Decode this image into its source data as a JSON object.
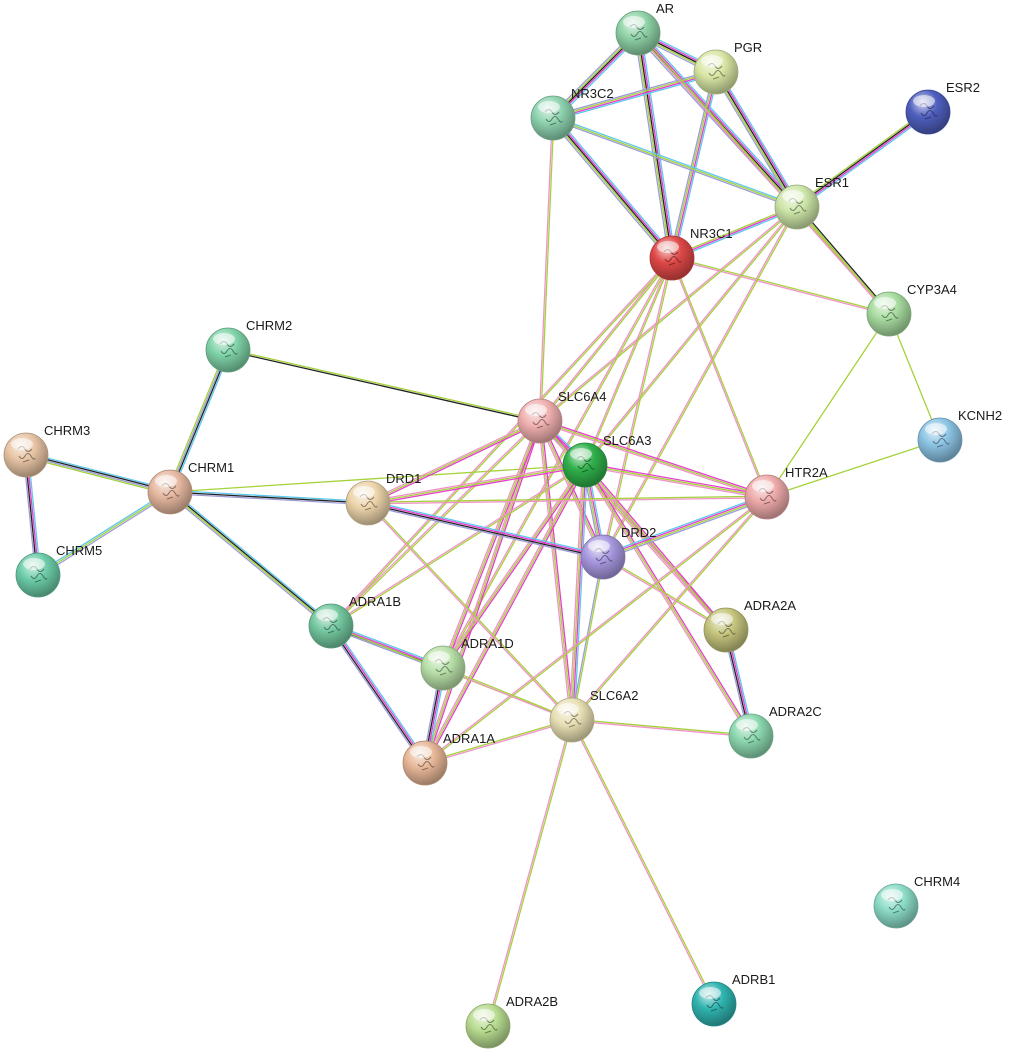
{
  "network": {
    "evidence_colors": [
      "#5ec8ec",
      "#e63ccf",
      "#222222",
      "#a5d23a",
      "#f093c8",
      "#9c9cd8",
      "#c9a2e8"
    ],
    "nodes": [
      {
        "id": "AR",
        "label": "AR",
        "color": "#8fd3a8"
      },
      {
        "id": "PGR",
        "label": "PGR",
        "color": "#d8e6a4"
      },
      {
        "id": "NR3C2",
        "label": "NR3C2",
        "color": "#8ed3b0"
      },
      {
        "id": "ESR2",
        "label": "ESR2",
        "color": "#4f5fbf"
      },
      {
        "id": "ESR1",
        "label": "ESR1",
        "color": "#cde5a8"
      },
      {
        "id": "NR3C1",
        "label": "NR3C1",
        "color": "#e04848"
      },
      {
        "id": "CYP3A4",
        "label": "CYP3A4",
        "color": "#a8dca0"
      },
      {
        "id": "CHRM2",
        "label": "CHRM2",
        "color": "#7fd3a8"
      },
      {
        "id": "SLC6A4",
        "label": "SLC6A4",
        "color": "#f0b0b0"
      },
      {
        "id": "KCNH2",
        "label": "KCNH2",
        "color": "#8cc4e4"
      },
      {
        "id": "CHRM3",
        "label": "CHRM3",
        "color": "#e8c4a4"
      },
      {
        "id": "SLC6A3",
        "label": "SLC6A3",
        "color": "#2fb04a"
      },
      {
        "id": "CHRM1",
        "label": "CHRM1",
        "color": "#e6b8a0"
      },
      {
        "id": "HTR2A",
        "label": "HTR2A",
        "color": "#eeaaaa"
      },
      {
        "id": "DRD1",
        "label": "DRD1",
        "color": "#ecd4aa"
      },
      {
        "id": "DRD2",
        "label": "DRD2",
        "color": "#a898e0"
      },
      {
        "id": "CHRM5",
        "label": "CHRM5",
        "color": "#6ccca8"
      },
      {
        "id": "ADRA1B",
        "label": "ADRA1B",
        "color": "#74c8a0"
      },
      {
        "id": "ADRA2A",
        "label": "ADRA2A",
        "color": "#c4c47c"
      },
      {
        "id": "ADRA1D",
        "label": "ADRA1D",
        "color": "#b8e0a8"
      },
      {
        "id": "SLC6A2",
        "label": "SLC6A2",
        "color": "#e8e0b4"
      },
      {
        "id": "ADRA2C",
        "label": "ADRA2C",
        "color": "#8cd8b0"
      },
      {
        "id": "ADRA1A",
        "label": "ADRA1A",
        "color": "#e8b898"
      },
      {
        "id": "CHRM4",
        "label": "CHRM4",
        "color": "#8cdcc8"
      },
      {
        "id": "ADRB1",
        "label": "ADRB1",
        "color": "#30b4b0"
      },
      {
        "id": "ADRA2B",
        "label": "ADRA2B",
        "color": "#b8dc90"
      }
    ],
    "edges": [
      {
        "source": "AR",
        "target": "PGR",
        "evidence": [
          0,
          1,
          2,
          3,
          5
        ]
      },
      {
        "source": "AR",
        "target": "NR3C2",
        "evidence": [
          0,
          1,
          2,
          3,
          5
        ]
      },
      {
        "source": "AR",
        "target": "NR3C1",
        "evidence": [
          0,
          1,
          2,
          3,
          5
        ]
      },
      {
        "source": "AR",
        "target": "ESR1",
        "evidence": [
          0,
          1,
          2,
          3,
          5
        ]
      },
      {
        "source": "PGR",
        "target": "NR3C2",
        "evidence": [
          0,
          1,
          3,
          5
        ]
      },
      {
        "source": "PGR",
        "target": "NR3C1",
        "evidence": [
          0,
          1,
          3,
          5
        ]
      },
      {
        "source": "PGR",
        "target": "ESR1",
        "evidence": [
          0,
          1,
          2,
          3,
          5
        ]
      },
      {
        "source": "NR3C2",
        "target": "NR3C1",
        "evidence": [
          0,
          1,
          2,
          3,
          5
        ]
      },
      {
        "source": "NR3C2",
        "target": "ESR1",
        "evidence": [
          0,
          3,
          5
        ]
      },
      {
        "source": "NR3C2",
        "target": "SLC6A4",
        "evidence": [
          3,
          4
        ]
      },
      {
        "source": "ESR2",
        "target": "ESR1",
        "evidence": [
          0,
          1,
          2,
          3
        ]
      },
      {
        "source": "ESR1",
        "target": "NR3C1",
        "evidence": [
          0,
          1,
          3
        ]
      },
      {
        "source": "ESR1",
        "target": "CYP3A4",
        "evidence": [
          2,
          3,
          4
        ]
      },
      {
        "source": "AR",
        "target": "CYP3A4",
        "evidence": [
          3,
          4
        ]
      },
      {
        "source": "NR3C1",
        "target": "CYP3A4",
        "evidence": [
          3,
          4
        ]
      },
      {
        "source": "CYP3A4",
        "target": "KCNH2",
        "evidence": [
          3
        ]
      },
      {
        "source": "CYP3A4",
        "target": "HTR2A",
        "evidence": [
          3
        ]
      },
      {
        "source": "KCNH2",
        "target": "HTR2A",
        "evidence": [
          3
        ]
      },
      {
        "source": "ESR1",
        "target": "SLC6A4",
        "evidence": [
          3,
          4
        ]
      },
      {
        "source": "ESR1",
        "target": "SLC6A3",
        "evidence": [
          3,
          4
        ]
      },
      {
        "source": "ESR1",
        "target": "DRD2",
        "evidence": [
          3,
          4
        ]
      },
      {
        "source": "NR3C1",
        "target": "SLC6A4",
        "evidence": [
          3,
          4
        ]
      },
      {
        "source": "NR3C1",
        "target": "SLC6A3",
        "evidence": [
          3,
          4
        ]
      },
      {
        "source": "NR3C1",
        "target": "HTR2A",
        "evidence": [
          3,
          4
        ]
      },
      {
        "source": "NR3C1",
        "target": "DRD2",
        "evidence": [
          3,
          4
        ]
      },
      {
        "source": "NR3C1",
        "target": "ADRA1B",
        "evidence": [
          3,
          4
        ]
      },
      {
        "source": "NR3C1",
        "target": "ADRA1D",
        "evidence": [
          3,
          4
        ]
      },
      {
        "source": "CHRM2",
        "target": "CHRM1",
        "evidence": [
          0,
          2,
          5,
          3
        ]
      },
      {
        "source": "CHRM2",
        "target": "SLC6A4",
        "evidence": [
          3,
          2
        ]
      },
      {
        "source": "CHRM3",
        "target": "CHRM1",
        "evidence": [
          0,
          2,
          5,
          3
        ]
      },
      {
        "source": "CHRM3",
        "target": "CHRM5",
        "evidence": [
          0,
          1,
          2,
          5
        ]
      },
      {
        "source": "CHRM5",
        "target": "CHRM1",
        "evidence": [
          0,
          3,
          5
        ]
      },
      {
        "source": "CHRM1",
        "target": "DRD1",
        "evidence": [
          0,
          2,
          5
        ]
      },
      {
        "source": "CHRM1",
        "target": "ADRA1B",
        "evidence": [
          0,
          2,
          3,
          5
        ]
      },
      {
        "source": "CHRM1",
        "target": "SLC6A3",
        "evidence": [
          3
        ]
      },
      {
        "source": "SLC6A4",
        "target": "SLC6A3",
        "evidence": [
          0,
          1,
          3,
          5
        ]
      },
      {
        "source": "SLC6A4",
        "target": "HTR2A",
        "evidence": [
          1,
          3,
          4
        ]
      },
      {
        "source": "SLC6A4",
        "target": "DRD1",
        "evidence": [
          1,
          3,
          4
        ]
      },
      {
        "source": "SLC6A4",
        "target": "DRD2",
        "evidence": [
          1,
          3,
          4
        ]
      },
      {
        "source": "SLC6A4",
        "target": "SLC6A2",
        "evidence": [
          1,
          3,
          4
        ]
      },
      {
        "source": "SLC6A4",
        "target": "ADRA1A",
        "evidence": [
          1,
          3,
          4
        ]
      },
      {
        "source": "SLC6A4",
        "target": "ADRA1D",
        "evidence": [
          1,
          3,
          4
        ]
      },
      {
        "source": "SLC6A4",
        "target": "ADRA2A",
        "evidence": [
          1,
          3,
          4
        ]
      },
      {
        "source": "SLC6A4",
        "target": "ADRA1B",
        "evidence": [
          3,
          4
        ]
      },
      {
        "source": "SLC6A3",
        "target": "DRD1",
        "evidence": [
          1,
          3,
          4
        ]
      },
      {
        "source": "SLC6A3",
        "target": "DRD2",
        "evidence": [
          0,
          1,
          3,
          5
        ]
      },
      {
        "source": "SLC6A3",
        "target": "HTR2A",
        "evidence": [
          1,
          3,
          4
        ]
      },
      {
        "source": "SLC6A3",
        "target": "SLC6A2",
        "evidence": [
          0,
          1,
          3,
          4
        ]
      },
      {
        "source": "SLC6A3",
        "target": "ADRA1A",
        "evidence": [
          1,
          3,
          4
        ]
      },
      {
        "source": "SLC6A3",
        "target": "ADRA1D",
        "evidence": [
          1,
          3,
          4
        ]
      },
      {
        "source": "SLC6A3",
        "target": "ADRA2A",
        "evidence": [
          1,
          3,
          4
        ]
      },
      {
        "source": "SLC6A3",
        "target": "ADRA2C",
        "evidence": [
          1,
          3,
          4
        ]
      },
      {
        "source": "SLC6A3",
        "target": "ADRA1B",
        "evidence": [
          3,
          4
        ]
      },
      {
        "source": "DRD1",
        "target": "DRD2",
        "evidence": [
          0,
          1,
          2,
          5
        ]
      },
      {
        "source": "DRD1",
        "target": "HTR2A",
        "evidence": [
          3,
          4
        ]
      },
      {
        "source": "DRD1",
        "target": "SLC6A2",
        "evidence": [
          3,
          4
        ]
      },
      {
        "source": "DRD2",
        "target": "HTR2A",
        "evidence": [
          0,
          1,
          3,
          5
        ]
      },
      {
        "source": "DRD2",
        "target": "SLC6A2",
        "evidence": [
          3,
          5
        ]
      },
      {
        "source": "DRD2",
        "target": "ADRA2A",
        "evidence": [
          3,
          4
        ]
      },
      {
        "source": "HTR2A",
        "target": "SLC6A2",
        "evidence": [
          3,
          4
        ]
      },
      {
        "source": "HTR2A",
        "target": "ADRA1A",
        "evidence": [
          3,
          4
        ]
      },
      {
        "source": "ADRA1B",
        "target": "ADRA1D",
        "evidence": [
          0,
          1,
          2,
          5
        ]
      },
      {
        "source": "ADRA1B",
        "target": "ADRA1A",
        "evidence": [
          0,
          1,
          2,
          5
        ]
      },
      {
        "source": "ADRA1B",
        "target": "SLC6A2",
        "evidence": [
          3
        ]
      },
      {
        "source": "ADRA1D",
        "target": "ADRA1A",
        "evidence": [
          0,
          1,
          2,
          5
        ]
      },
      {
        "source": "ADRA1D",
        "target": "SLC6A2",
        "evidence": [
          3,
          4
        ]
      },
      {
        "source": "ADRA1A",
        "target": "SLC6A2",
        "evidence": [
          3,
          4
        ]
      },
      {
        "source": "ADRA2A",
        "target": "ADRA2C",
        "evidence": [
          0,
          1,
          2,
          5
        ]
      },
      {
        "source": "SLC6A2",
        "target": "ADRA2C",
        "evidence": [
          3,
          4
        ]
      },
      {
        "source": "SLC6A2",
        "target": "ADRA2B",
        "evidence": [
          3,
          4
        ]
      },
      {
        "source": "SLC6A2",
        "target": "ADRB1",
        "evidence": [
          3,
          4
        ]
      }
    ]
  }
}
